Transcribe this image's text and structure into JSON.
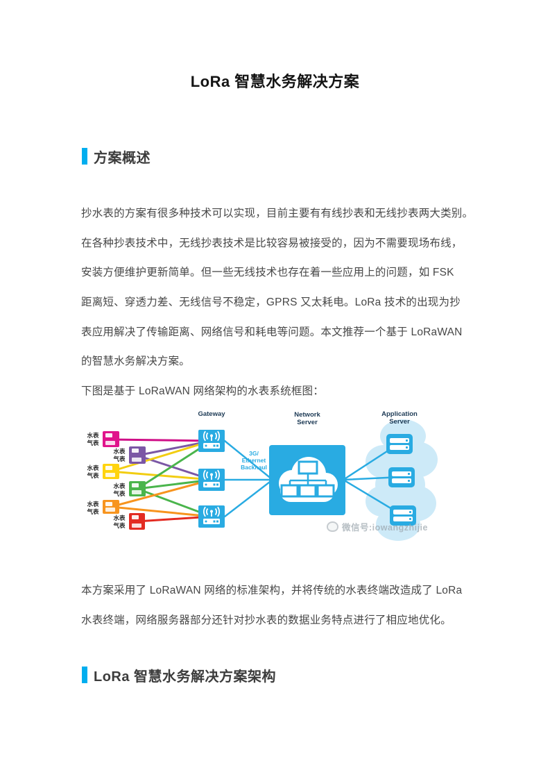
{
  "title": "LoRa 智慧水务解决方案",
  "accent_color": "#00aeef",
  "section1": {
    "heading": "方案概述"
  },
  "body1": {
    "lines": [
      "抄水表的方案有很多种技术可以实现，目前主要有有线抄表和无线抄表两大类别。",
      "在各种抄表技术中，无线抄表技术是比较容易被接受的，因为不需要现场布线，",
      "安装方便维护更新简单。但一些无线技术也存在着一些应用上的问题，如 FSK",
      "距离短、穿透力差、无线信号不稳定，GPRS 又太耗电。LoRa 技术的出现为抄",
      "表应用解决了传输距离、网络信号和耗电等问题。本文推荐一个基于 LoRaWAN",
      "的智慧水务解决方案。",
      "下图是基于 LoRaWAN 网络架构的水表系统框图："
    ]
  },
  "diagram": {
    "gateway_label": "Gateway",
    "network_server_label": "Network Server",
    "application_server_label": "Application Server",
    "backhaul_label_lines": [
      "3G/",
      "Ethernet",
      "Backhaul"
    ],
    "meter_label_line1": "水表",
    "meter_label_line2": "气表",
    "watermark": "微信号:iowangzhijie",
    "colors": {
      "blue": "#29abe2",
      "cloud_light": "#cdeaf8",
      "magenta": "#e0148c",
      "purple": "#7b57a5",
      "yellow": "#ffd40e",
      "green": "#4ab54c",
      "orange": "#f7941e",
      "red": "#e32b22",
      "header_text": "#1d3a55"
    }
  },
  "body2": {
    "lines": [
      "本方案采用了 LoRaWAN 网络的标准架构，并将传统的水表终端改造成了 LoRa",
      "水表终端，网络服务器部分还针对抄水表的数据业务特点进行了相应地优化。"
    ]
  },
  "section2": {
    "heading": "LoRa 智慧水务解决方案架构"
  }
}
